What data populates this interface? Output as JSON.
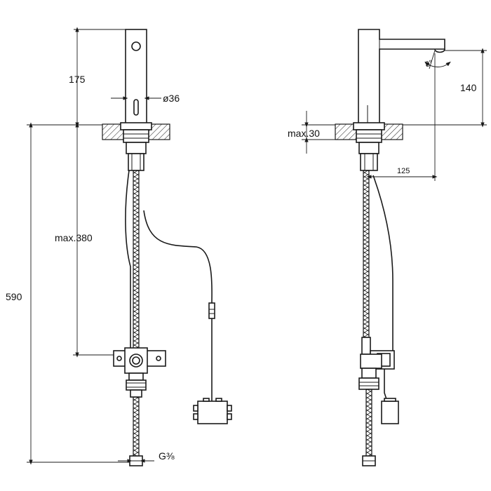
{
  "dimensions": {
    "spout_height": "175",
    "diameter": "ø36",
    "max_below": "max.380",
    "total_length": "590",
    "thread": "G⅜",
    "spout_reach_height": "140",
    "max_deck": "max.30",
    "reach": "125",
    "angle": "8°"
  },
  "colors": {
    "line": "#1a1a1a",
    "background": "#ffffff"
  }
}
